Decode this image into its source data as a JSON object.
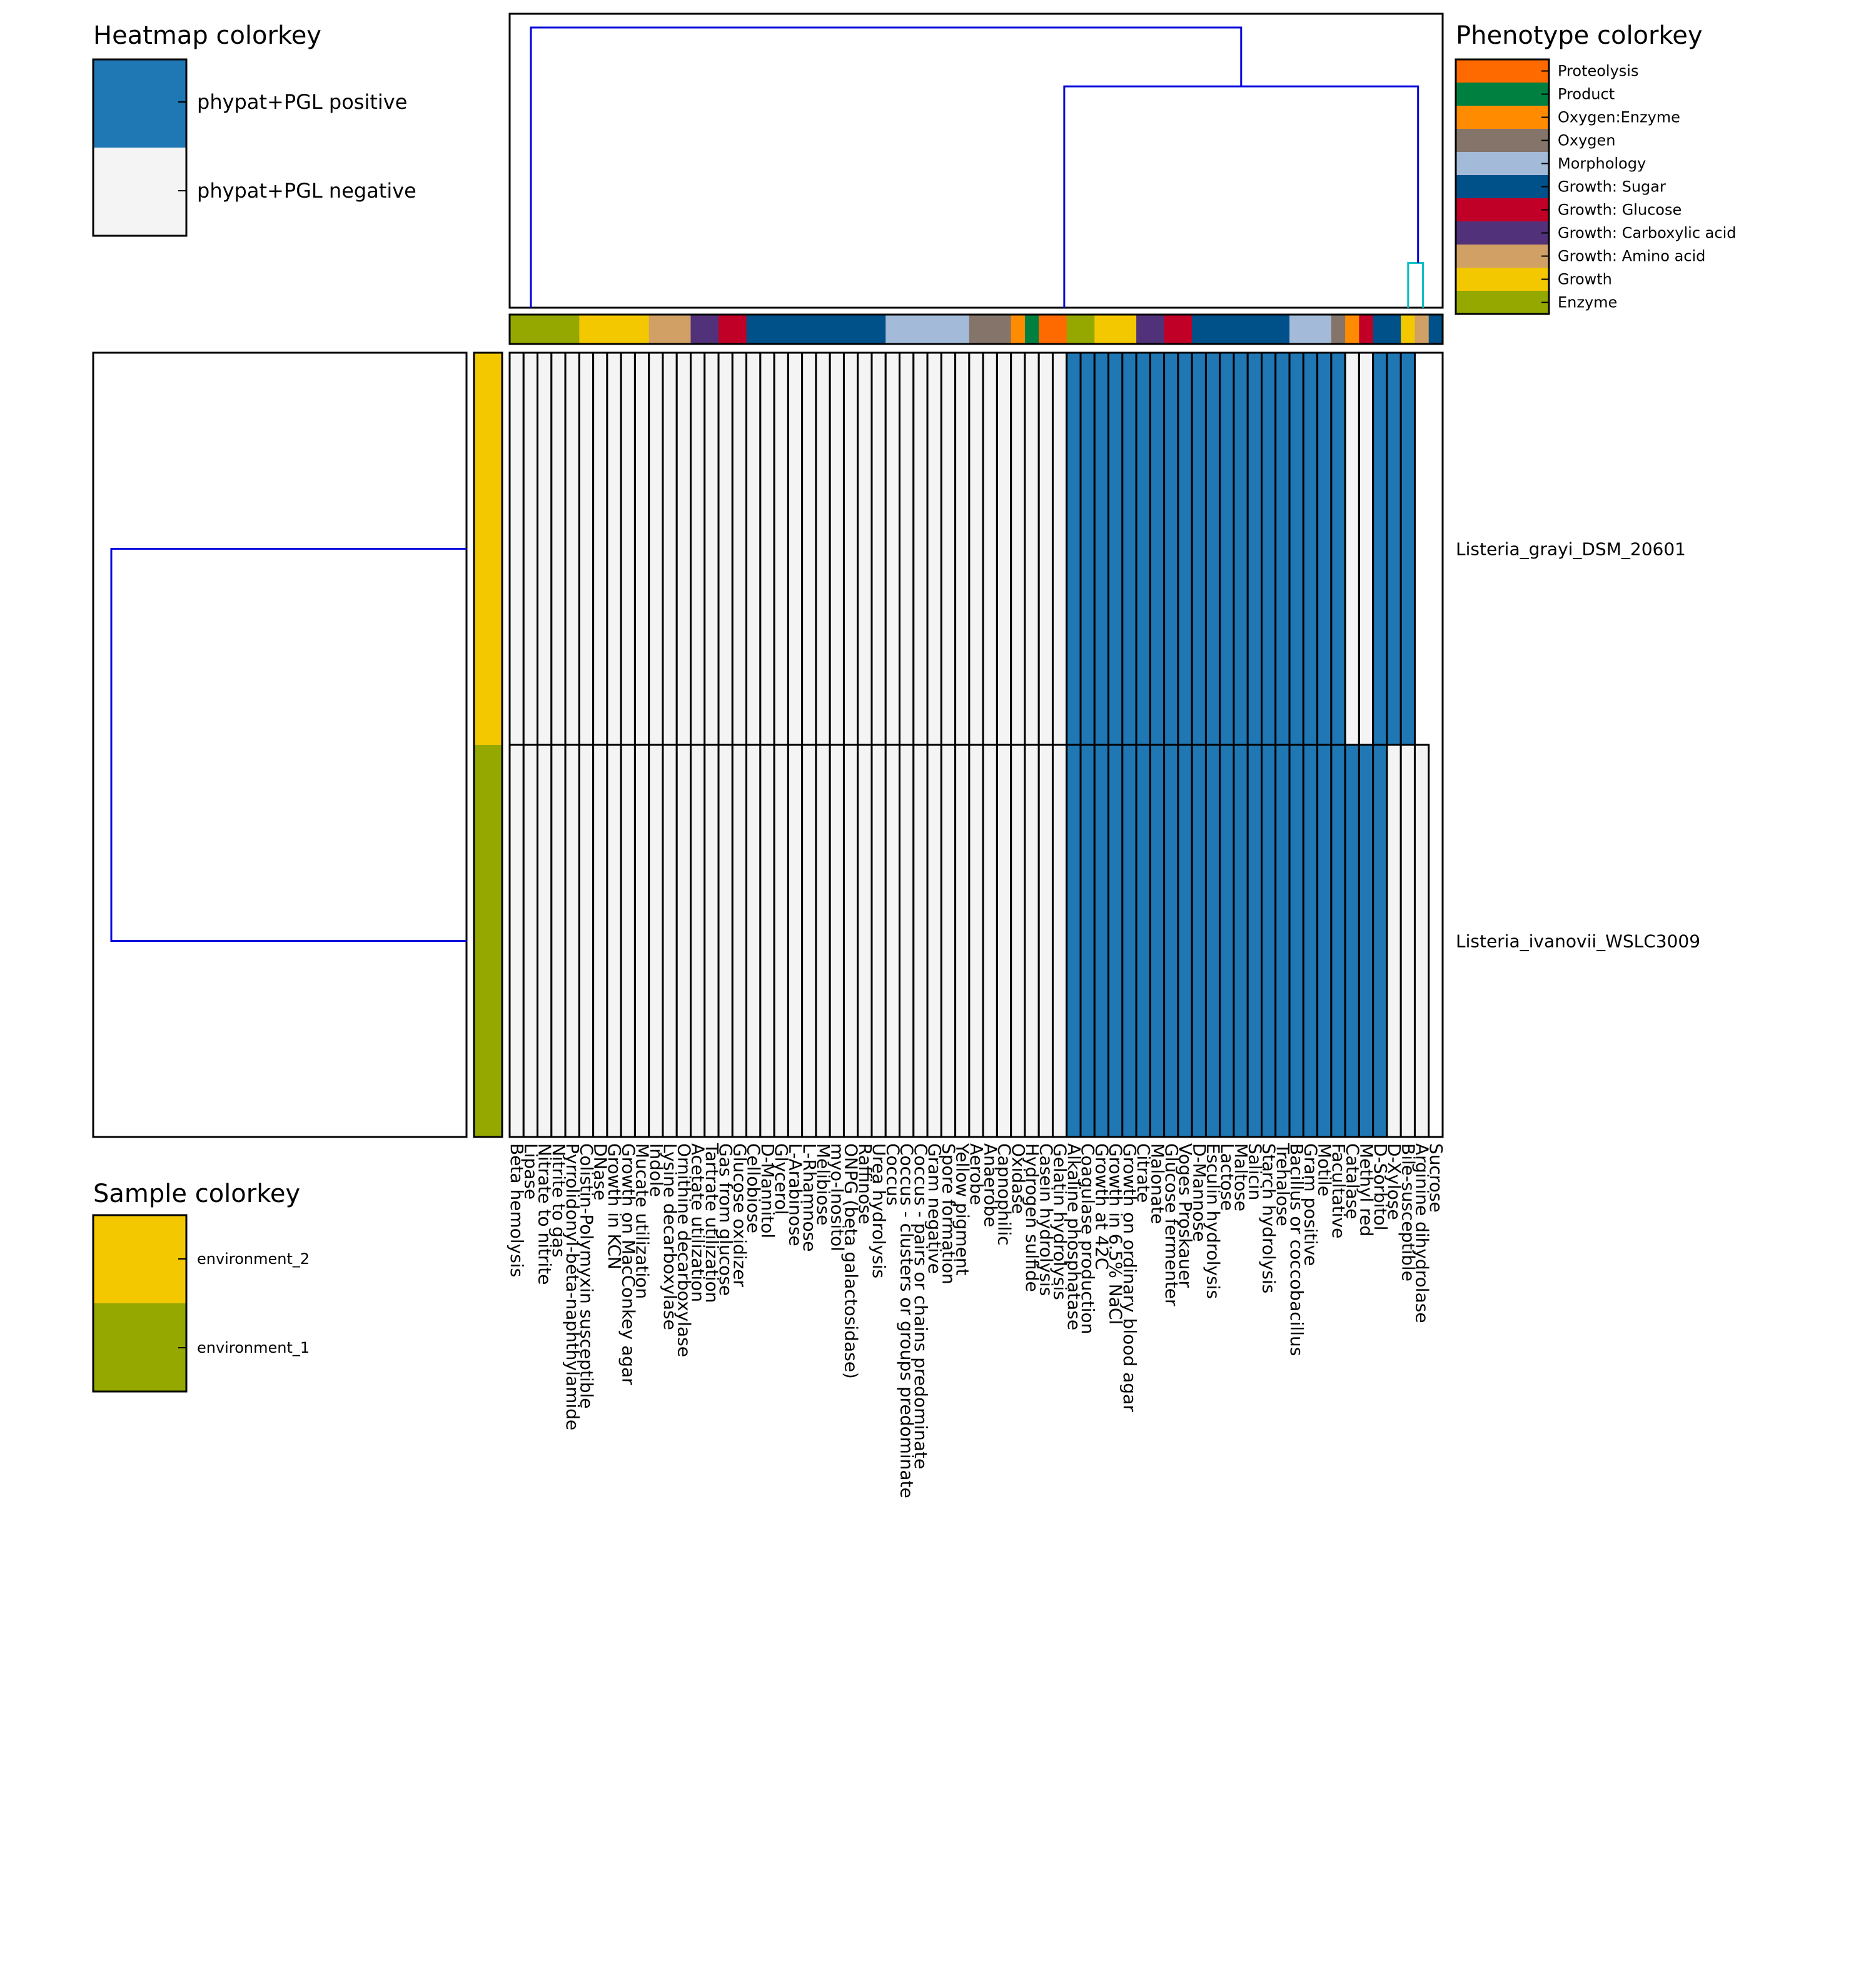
{
  "chart_data": {
    "type": "heatmap",
    "heatmap_colorkey": {
      "title": "Heatmap colorkey",
      "entries": [
        {
          "label": "phypat+PGL positive",
          "color": "#1f77b4"
        },
        {
          "label": "phypat+PGL negative",
          "color": "#f4f4f4"
        }
      ]
    },
    "phenotype_colorkey": {
      "title": "Phenotype colorkey",
      "entries": [
        {
          "label": "Proteolysis",
          "color": "#ff6a00"
        },
        {
          "label": "Product",
          "color": "#008040"
        },
        {
          "label": "Oxygen:Enzyme",
          "color": "#ff8c00"
        },
        {
          "label": "Oxygen",
          "color": "#857469"
        },
        {
          "label": "Morphology",
          "color": "#a3bbd8"
        },
        {
          "label": "Growth: Sugar",
          "color": "#00508a"
        },
        {
          "label": "Growth: Glucose",
          "color": "#c00026"
        },
        {
          "label": "Growth: Carboxylic acid",
          "color": "#51327a"
        },
        {
          "label": "Growth: Amino acid",
          "color": "#d0a065"
        },
        {
          "label": "Growth",
          "color": "#f3c800"
        },
        {
          "label": "Enzyme",
          "color": "#94a800"
        }
      ]
    },
    "sample_colorkey": {
      "title": "Sample colorkey",
      "entries": [
        {
          "label": "environment_2",
          "color": "#f3c800"
        },
        {
          "label": "environment_1",
          "color": "#94a800"
        }
      ]
    },
    "rows": [
      {
        "name": "Listeria_grayi_DSM_20601",
        "group": "environment_2"
      },
      {
        "name": "Listeria_ivanovii_WSLC3009",
        "group": "environment_1"
      }
    ],
    "columns": [
      {
        "label": "Beta hemolysis",
        "category": "Enzyme"
      },
      {
        "label": "Lipase",
        "category": "Enzyme"
      },
      {
        "label": "Nitrate to nitrite",
        "category": "Enzyme"
      },
      {
        "label": "Nitrite to gas",
        "category": "Enzyme"
      },
      {
        "label": "Pyrrolidonyl-beta-naphthylamide",
        "category": "Enzyme"
      },
      {
        "label": "Colistin-Polymyxin susceptible",
        "category": "Growth"
      },
      {
        "label": "DNase",
        "category": "Growth"
      },
      {
        "label": "Growth in KCN",
        "category": "Growth"
      },
      {
        "label": "Growth on MacConkey agar",
        "category": "Growth"
      },
      {
        "label": "Mucate utilization",
        "category": "Growth"
      },
      {
        "label": "Indole",
        "category": "Growth: Amino acid"
      },
      {
        "label": "Lysine decarboxylase",
        "category": "Growth: Amino acid"
      },
      {
        "label": "Ornithine decarboxylase",
        "category": "Growth: Amino acid"
      },
      {
        "label": "Acetate utilization",
        "category": "Growth: Carboxylic acid"
      },
      {
        "label": "Tartrate utilization",
        "category": "Growth: Carboxylic acid"
      },
      {
        "label": "Gas from glucose",
        "category": "Growth: Glucose"
      },
      {
        "label": "Glucose oxidizer",
        "category": "Growth: Glucose"
      },
      {
        "label": "Cellobiose",
        "category": "Growth: Sugar"
      },
      {
        "label": "D-Mannitol",
        "category": "Growth: Sugar"
      },
      {
        "label": "Glycerol",
        "category": "Growth: Sugar"
      },
      {
        "label": "L-Arabinose",
        "category": "Growth: Sugar"
      },
      {
        "label": "L-Rhamnose",
        "category": "Growth: Sugar"
      },
      {
        "label": "Melibiose",
        "category": "Growth: Sugar"
      },
      {
        "label": "myo-Inositol",
        "category": "Growth: Sugar"
      },
      {
        "label": "ONPG (beta galactosidase)",
        "category": "Growth: Sugar"
      },
      {
        "label": "Raffinose",
        "category": "Growth: Sugar"
      },
      {
        "label": "Urea hydrolysis",
        "category": "Growth: Sugar"
      },
      {
        "label": "Coccus",
        "category": "Morphology"
      },
      {
        "label": "Coccus - clusters or groups predominate",
        "category": "Morphology"
      },
      {
        "label": "Coccus - pairs or chains predominate",
        "category": "Morphology"
      },
      {
        "label": "Gram negative",
        "category": "Morphology"
      },
      {
        "label": "Spore formation",
        "category": "Morphology"
      },
      {
        "label": "Yellow pigment",
        "category": "Morphology"
      },
      {
        "label": "Aerobe",
        "category": "Oxygen"
      },
      {
        "label": "Anaerobe",
        "category": "Oxygen"
      },
      {
        "label": "Capnophilic",
        "category": "Oxygen"
      },
      {
        "label": "Oxidase",
        "category": "Oxygen:Enzyme"
      },
      {
        "label": "Hydrogen sulfide",
        "category": "Product"
      },
      {
        "label": "Casein hydrolysis",
        "category": "Proteolysis"
      },
      {
        "label": "Gelatin hydrolysis",
        "category": "Proteolysis"
      },
      {
        "label": "Alkaline phosphatase",
        "category": "Enzyme"
      },
      {
        "label": "Coagulase production",
        "category": "Enzyme"
      },
      {
        "label": "Growth at 42C",
        "category": "Growth"
      },
      {
        "label": "Growth in 6.5% NaCl",
        "category": "Growth"
      },
      {
        "label": "Growth on ordinary blood agar",
        "category": "Growth"
      },
      {
        "label": "Citrate",
        "category": "Growth: Carboxylic acid"
      },
      {
        "label": "Malonate",
        "category": "Growth: Carboxylic acid"
      },
      {
        "label": "Glucose fermenter",
        "category": "Growth: Glucose"
      },
      {
        "label": "Voges Proskauer",
        "category": "Growth: Glucose"
      },
      {
        "label": "D-Mannose",
        "category": "Growth: Sugar"
      },
      {
        "label": "Esculin hydrolysis",
        "category": "Growth: Sugar"
      },
      {
        "label": "Lactose",
        "category": "Growth: Sugar"
      },
      {
        "label": "Maltose",
        "category": "Growth: Sugar"
      },
      {
        "label": "Salicin",
        "category": "Growth: Sugar"
      },
      {
        "label": "Starch hydrolysis",
        "category": "Growth: Sugar"
      },
      {
        "label": "Trehalose",
        "category": "Growth: Sugar"
      },
      {
        "label": "Bacillus or coccobacillus",
        "category": "Morphology"
      },
      {
        "label": "Gram positive",
        "category": "Morphology"
      },
      {
        "label": "Motile",
        "category": "Morphology"
      },
      {
        "label": "Facultative",
        "category": "Oxygen"
      },
      {
        "label": "Catalase",
        "category": "Oxygen:Enzyme"
      },
      {
        "label": "Methyl red",
        "category": "Growth: Glucose"
      },
      {
        "label": "D-Sorbitol",
        "category": "Growth: Sugar"
      },
      {
        "label": "D-Xylose",
        "category": "Growth: Sugar"
      },
      {
        "label": "Bile-susceptible",
        "category": "Growth"
      },
      {
        "label": "Arginine dihydrolase",
        "category": "Growth: Amino acid"
      },
      {
        "label": "Sucrose",
        "category": "Growth: Sugar"
      }
    ],
    "values": [
      [
        0,
        0,
        0,
        0,
        0,
        0,
        0,
        0,
        0,
        0,
        0,
        0,
        0,
        0,
        0,
        0,
        0,
        0,
        0,
        0,
        0,
        0,
        0,
        0,
        0,
        0,
        0,
        0,
        0,
        0,
        0,
        0,
        0,
        0,
        0,
        0,
        0,
        0,
        0,
        0,
        1,
        1,
        1,
        1,
        1,
        1,
        1,
        1,
        1,
        1,
        1,
        1,
        1,
        1,
        1,
        1,
        1,
        1,
        1,
        1,
        0,
        0,
        1,
        1,
        1
      ],
      [
        0,
        0,
        0,
        0,
        0,
        0,
        0,
        0,
        0,
        0,
        0,
        0,
        0,
        0,
        0,
        0,
        0,
        0,
        0,
        0,
        0,
        0,
        0,
        0,
        0,
        0,
        0,
        0,
        0,
        0,
        0,
        0,
        0,
        0,
        0,
        0,
        0,
        0,
        0,
        0,
        1,
        1,
        1,
        1,
        1,
        1,
        1,
        1,
        1,
        1,
        1,
        1,
        1,
        1,
        1,
        1,
        1,
        1,
        1,
        1,
        1,
        1,
        1,
        0,
        0,
        0
      ]
    ],
    "column_dendrogram": [
      {
        "from": [
          0,
          1
        ],
        "height": 1.0,
        "color": "#0000dd"
      },
      {
        "from": [
          40,
          64
        ],
        "height": 0.79,
        "color": "#0000dd"
      },
      {
        "from": [
          62,
          65
        ],
        "height": 0.16,
        "color": "#00bfbf"
      }
    ],
    "row_dendrogram": [
      {
        "from": [
          0,
          1
        ],
        "height": 1.0,
        "color": "#0000dd"
      }
    ]
  }
}
